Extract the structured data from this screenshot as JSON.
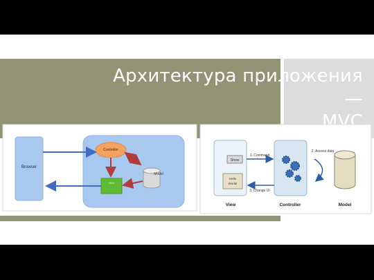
{
  "slide": {
    "title": "Архитектура приложения — MVC",
    "title_line1": "Архитектура приложения —",
    "title_line2": "MVC"
  },
  "diagram_left": {
    "browser_label": "Browser",
    "controller_label": "Controller",
    "view_label": "View",
    "model_label": "Model"
  },
  "diagram_right": {
    "show_button": "Show",
    "hello_line1": "Hello",
    "hello_line2": "World!",
    "command_label": "1. Command",
    "access_label": "2. Access data",
    "change_label": "3. Change UI",
    "view_label": "View",
    "controller_label": "Controller",
    "model_label": "Model"
  },
  "colors": {
    "band": "#929275",
    "blue_box": "#a9c8ef",
    "controller": "#f4a161",
    "view_green": "#5eb935",
    "arrow_red": "#b03c3c",
    "arrow_blue": "#3f6bc1"
  }
}
